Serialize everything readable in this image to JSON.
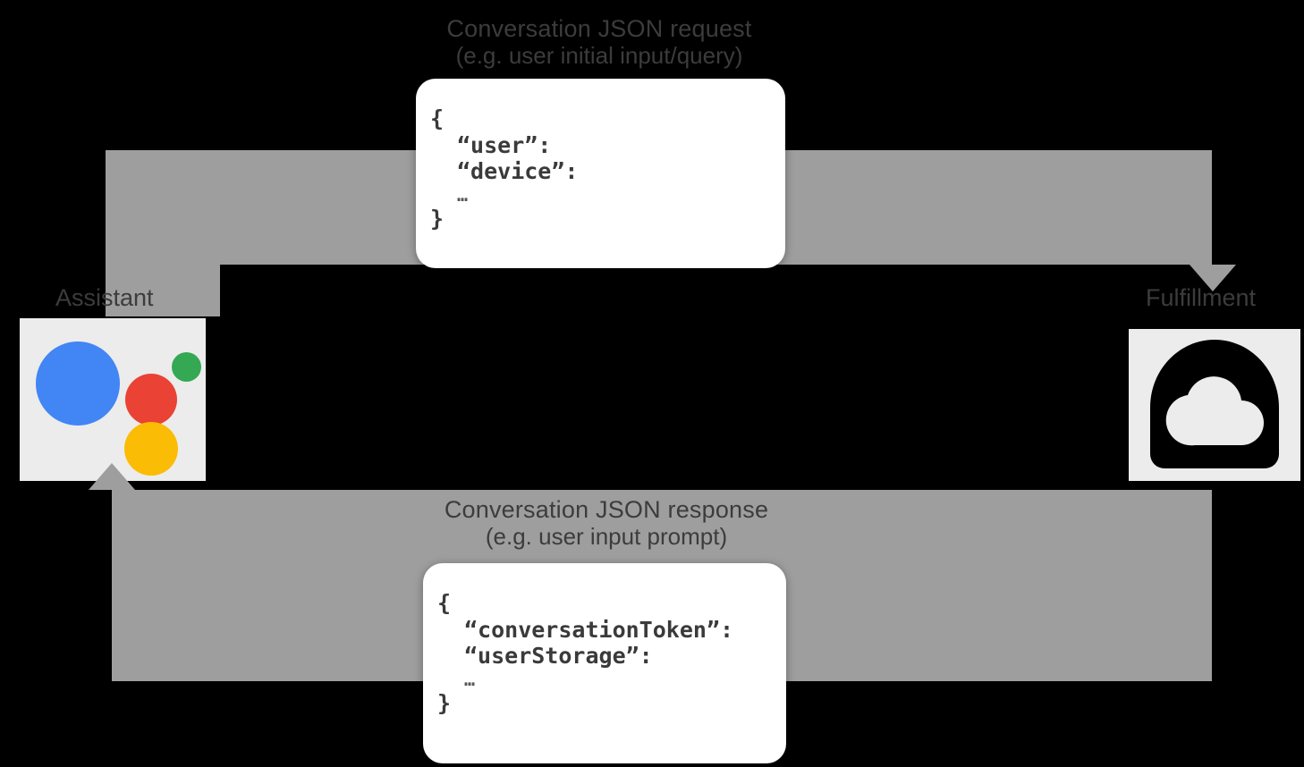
{
  "diagram": {
    "title": "Conversation flow between Assistant and Fulfillment",
    "background_color": "#000000",
    "arrow_color": "#9e9e9e",
    "label_color": "#3c3c3c",
    "tile_color": "#ececec"
  },
  "request_flow": {
    "label_line1": "Conversation JSON request",
    "label_line2": "(e.g. user initial input/query)",
    "direction": "assistant-to-fulfillment",
    "json": {
      "open_brace": "{",
      "key1": "“user”:",
      "key2": "“device”:",
      "ellipsis": "…",
      "close_brace": "}"
    }
  },
  "response_flow": {
    "label_line1": "Conversation JSON response",
    "label_line2": "(e.g. user input prompt)",
    "direction": "fulfillment-to-assistant",
    "json": {
      "open_brace": "{",
      "key1": "“conversationToken”:",
      "key2": "“userStorage”:",
      "ellipsis": "…",
      "close_brace": "}"
    }
  },
  "nodes": {
    "assistant": {
      "label": "Assistant",
      "icon": "google-assistant-icon",
      "colors": {
        "blue": "#4285f4",
        "red": "#ea4335",
        "yellow": "#fbbc05",
        "green": "#34a853"
      }
    },
    "fulfillment": {
      "label": "Fulfillment",
      "icon": "cloud-functions-icon",
      "colors": {
        "shape": "#000000",
        "cloud": "#ececec"
      }
    }
  }
}
